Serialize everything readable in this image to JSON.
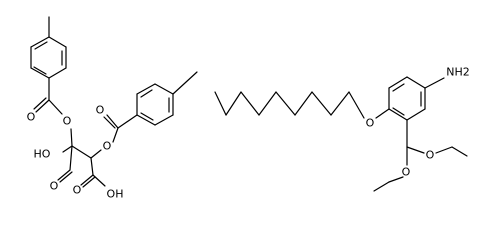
{
  "structures": [
    {
      "labels": {
        "ester_o1_carbonyl": "O",
        "ester_o1_link": "O",
        "ester_o2_link": "O",
        "ester_o2_carbonyl": "O",
        "acid1_oh": "HO",
        "acid1_o": "O",
        "acid2_o": "O",
        "acid2_oh": "OH"
      }
    },
    {
      "labels": {
        "amine": "NH2",
        "ether_o": "O",
        "acetal_o1": "O",
        "acetal_o2": "O"
      }
    }
  ],
  "colors": {
    "bond": "#000000",
    "text": "#000000",
    "background": "#ffffff"
  }
}
